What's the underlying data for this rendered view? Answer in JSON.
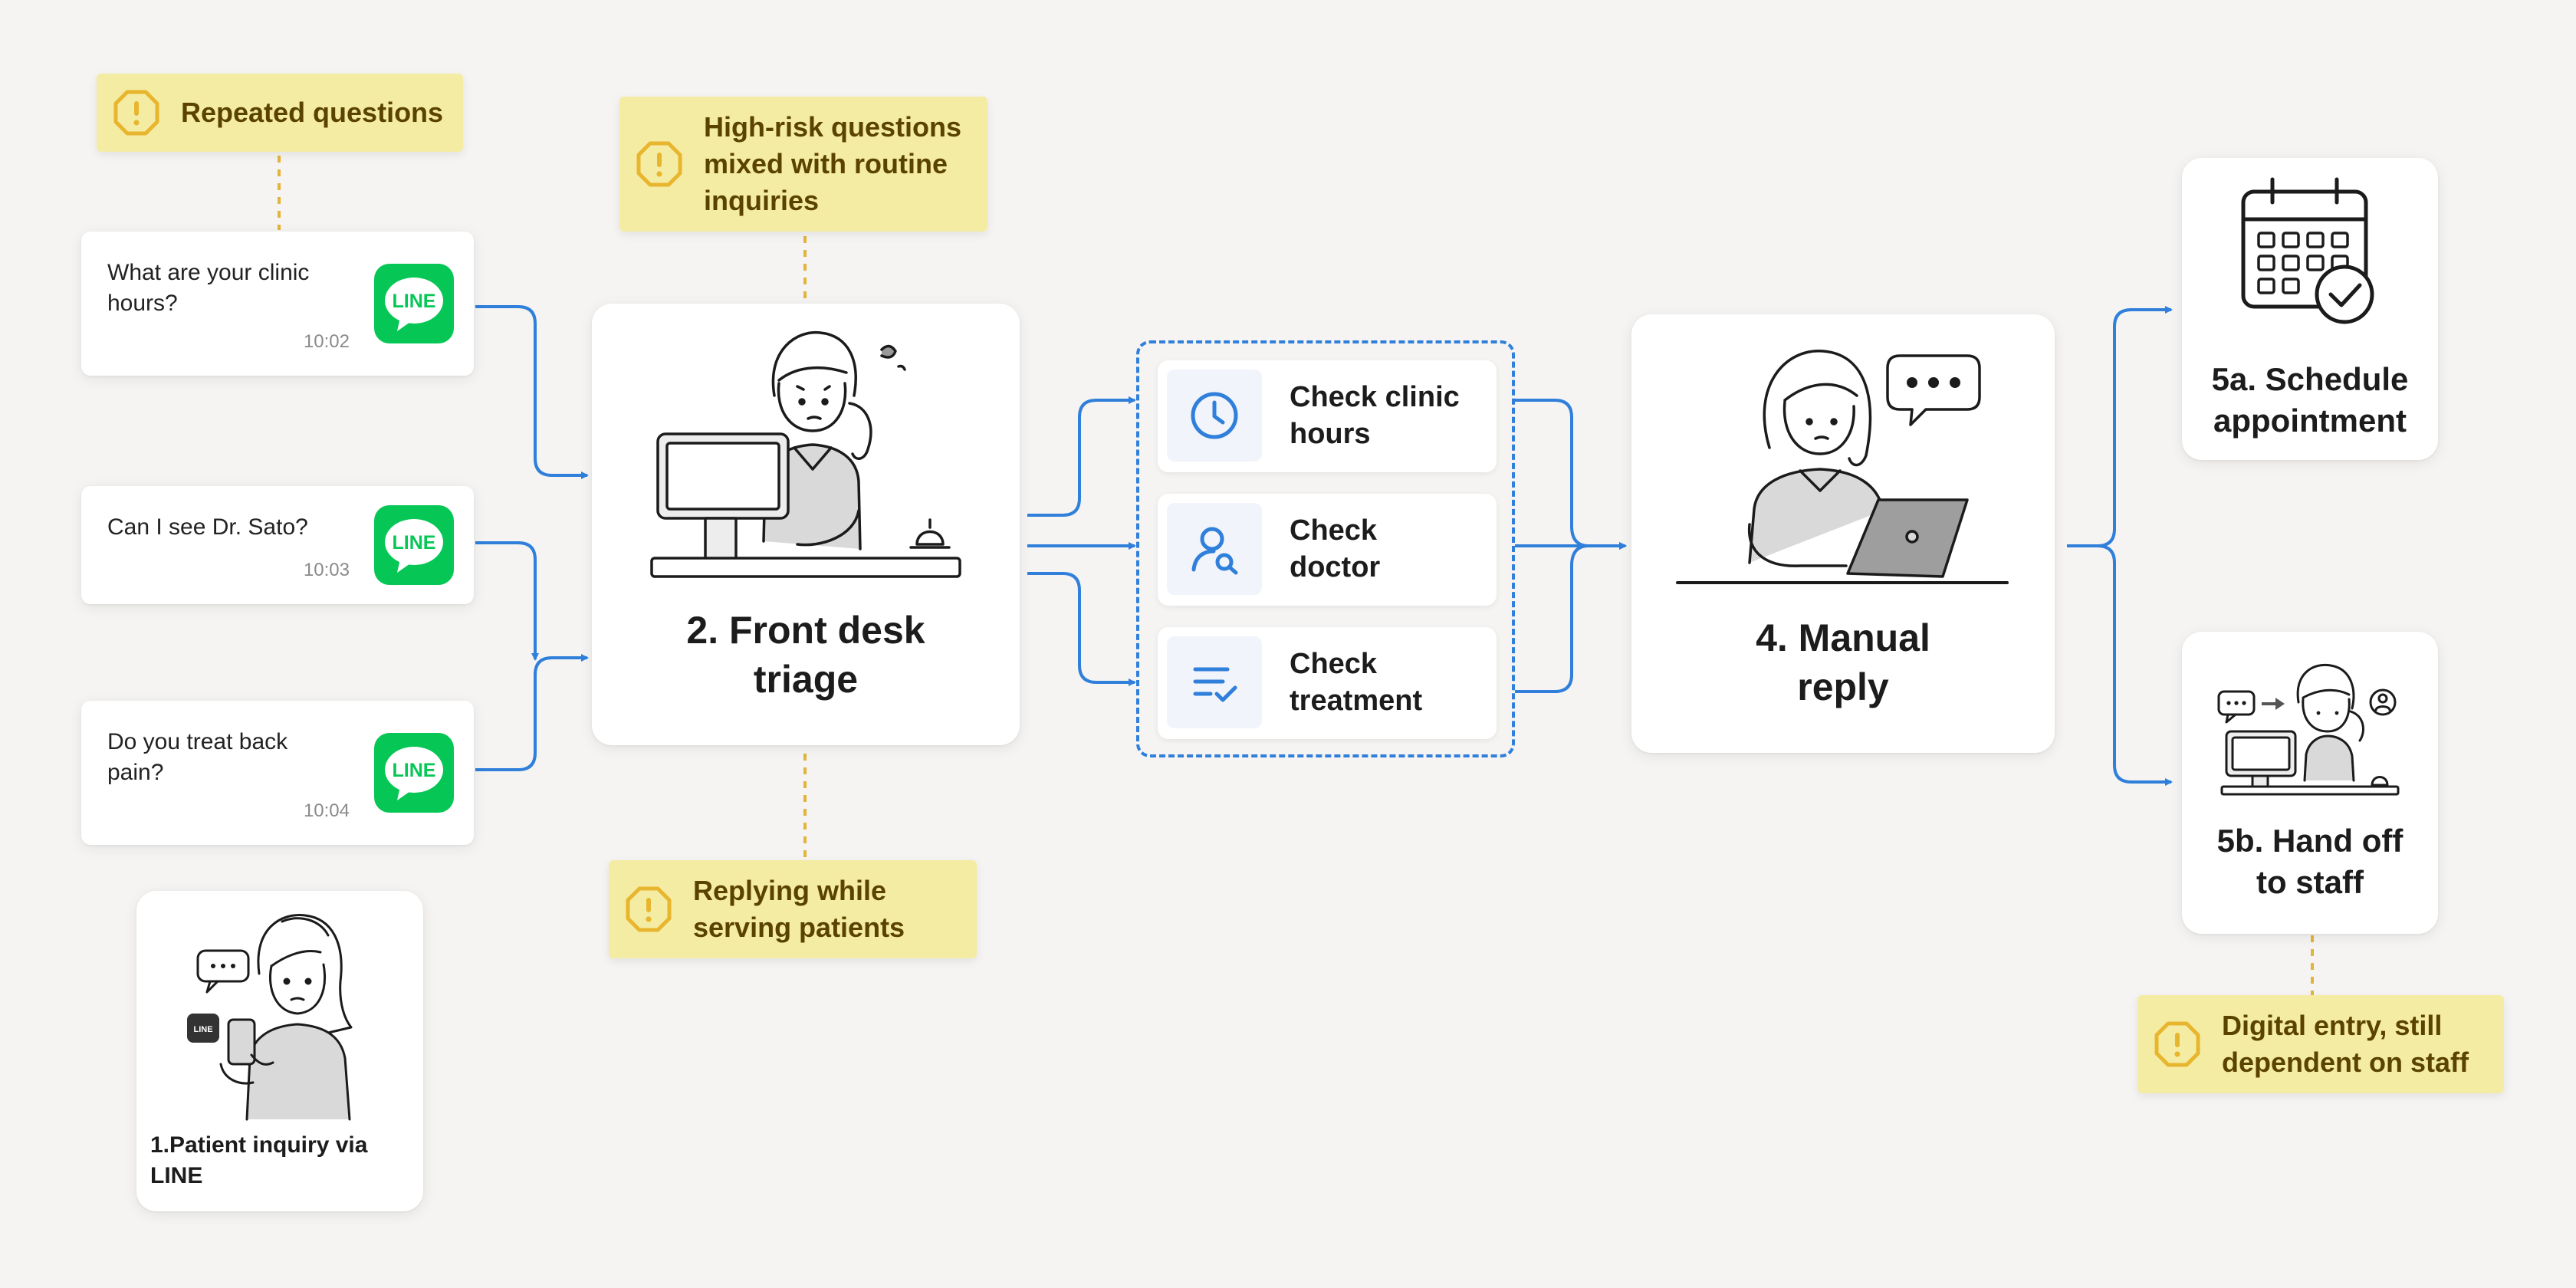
{
  "warnings": {
    "repeated": "Repeated questions",
    "high_risk": "High-risk questions\nmixed with routine\ninquiries",
    "replying": "Replying while\nserving patients",
    "digital": "Digital entry, still\ndependent on staff"
  },
  "inquiries": [
    {
      "question": "What are your clinic\nhours?",
      "time": "10:02",
      "badge": "LINE"
    },
    {
      "question": "Can I see Dr. Sato?",
      "time": "10:03",
      "badge": "LINE"
    },
    {
      "question": "Do you treat back\npain?",
      "time": "10:04",
      "badge": "LINE"
    }
  ],
  "patient": {
    "label": "1.Patient inquiry via\nLINE",
    "badge": "LINE"
  },
  "front_desk": {
    "title": "2. Front desk\ntriage"
  },
  "checks": [
    {
      "label": "Check clinic\nhours",
      "icon": "clock-icon"
    },
    {
      "label": "Check\ndoctor",
      "icon": "doctor-search-icon"
    },
    {
      "label": "Check\ntreatment",
      "icon": "checklist-icon"
    }
  ],
  "manual_reply": {
    "title": "4. Manual\nreply"
  },
  "schedule": {
    "title": "5a. Schedule\nappointment"
  },
  "handoff": {
    "title": "5b. Hand off\nto staff"
  },
  "colors": {
    "arrow": "#2f7fdb",
    "dashed_connector": "#e3b43a",
    "note_bg": "#f5eca4",
    "line_green": "#06c755",
    "background": "#f5f4f2"
  }
}
